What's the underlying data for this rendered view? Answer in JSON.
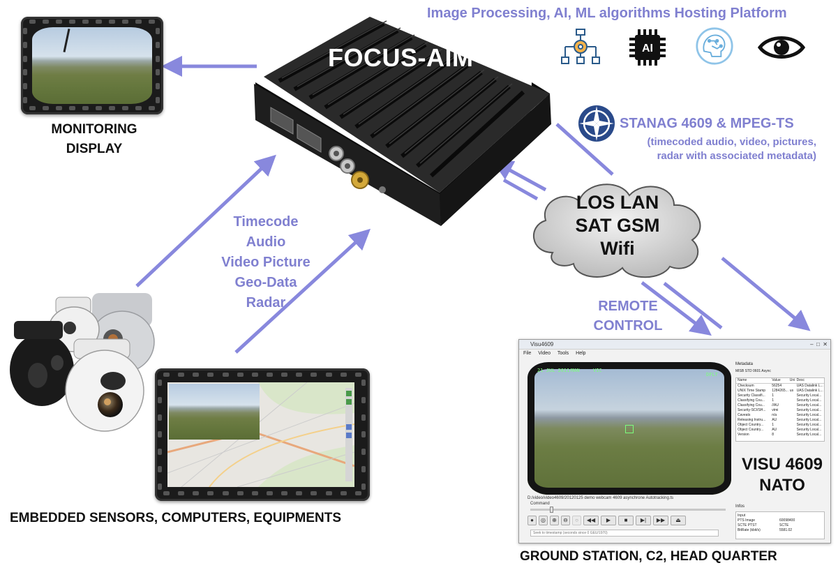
{
  "headline": "Image Processing, AI, ML algorithms Hosting Platform",
  "icons": {
    "flowchart": "flowchart-icon",
    "ai_chip": "ai-chip-icon",
    "ai_chip_text": "AI",
    "circuit_head": "circuit-head-icon",
    "eye": "eye-icon"
  },
  "device": {
    "name": "FOCUS-AIM"
  },
  "flow_items": [
    "Timecode",
    "Audio",
    "Video Picture",
    "Geo-Data",
    "Radar"
  ],
  "stanag": {
    "title": "STANAG 4609 & MPEG-TS",
    "subtitle_lines": [
      "(timecoded audio, video, pictures,",
      "radar with associated metadata)"
    ],
    "icon": "nato-compass-icon"
  },
  "cloud_lines": [
    "LOS LAN",
    "SAT GSM",
    "Wifi"
  ],
  "remote_lines": [
    "REMOTE",
    "CONTROL"
  ],
  "labels": {
    "monitoring_lines": [
      "MONITORING",
      "DISPLAY"
    ],
    "embedded": "EMBEDDED SENSORS, COMPUTERS, EQUIPMENTS",
    "ground": "GROUND STATION, C2, HEAD QUARTER"
  },
  "ground_station": {
    "window_title": "Visu4609",
    "menu": [
      "File",
      "Video",
      "Tools",
      "Help"
    ],
    "hud_lines": [
      "21 JUL 2011",
      "MAN",
      "VIC",
      "DFLT"
    ],
    "file_path": "D:/video/video4609/20120125 demo webcam 4609 asynchrone Autotracking.ts",
    "command_label": "Command",
    "seek_placeholder": "Seek to timestamp (seconds since 0 GEU/1970)",
    "metadata_title": "Metadata",
    "metadata_subtitle": "MISB STD 0601 Async",
    "metadata_columns": [
      "Name",
      "Value",
      "Uni",
      "Desc"
    ],
    "metadata_rows": [
      [
        "Checksum",
        "56254",
        "",
        "UAS Datalink L..."
      ],
      [
        "UNIX Time Stamp",
        "1284265...",
        "us",
        "UAS Datalink L..."
      ],
      [
        "Security Classifi...",
        "1",
        "",
        "Security Local..."
      ],
      [
        "Classifying Cou...",
        "1",
        "",
        "Security Local..."
      ],
      [
        "Classifying Cou...",
        "//AU",
        "",
        "Security Local..."
      ],
      [
        "Security-SCI/SH...",
        "vtmi",
        "",
        "Security Local..."
      ],
      [
        "Caveats",
        "n/a",
        "",
        "Security Local..."
      ],
      [
        "Releasing Instru...",
        "AU",
        "",
        "Security Local..."
      ],
      [
        "Object Country...",
        "1",
        "",
        "Security Local..."
      ],
      [
        "Object Country...",
        "AU",
        "",
        "Security Local..."
      ],
      [
        "Version",
        "8",
        "",
        "Security Local..."
      ]
    ],
    "visu_lines": [
      "VISU 4609",
      "NATO"
    ],
    "info_title": "Infos",
    "info_rows": [
      [
        "Input",
        ""
      ],
      [
        "PTS Image",
        "60098400"
      ],
      [
        "SCTE PTST",
        "SCTE"
      ],
      [
        "BitRate (kbit/s)",
        "5581.02"
      ]
    ]
  },
  "colors": {
    "accent_purple": "#8080d0",
    "arrow": "#8888dd",
    "device_body": "#141414",
    "cloud": "#d9d9d9"
  }
}
